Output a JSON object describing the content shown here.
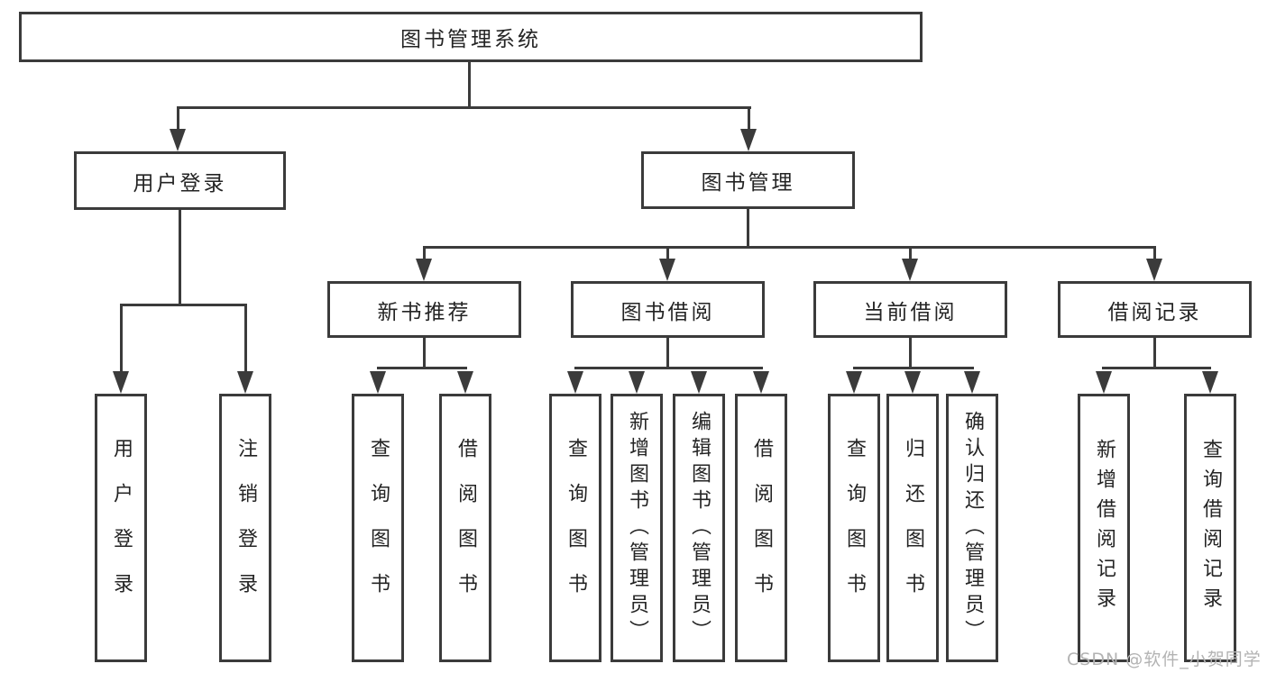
{
  "root": {
    "label": "图书管理系统"
  },
  "user_login": {
    "label": "用户登录",
    "children": [
      "用户登录",
      "注销登录"
    ]
  },
  "book_management": {
    "label": "图书管理"
  },
  "new_book": {
    "label": "新书推荐",
    "children": [
      "查询图书",
      "借阅图书"
    ]
  },
  "book_borrow": {
    "label": "图书借阅",
    "children": [
      "查询图书",
      "新增图书（管理员）",
      "编辑图书（管理员）",
      "借阅图书"
    ]
  },
  "current_borrow": {
    "label": "当前借阅",
    "children": [
      "查询图书",
      "归还图书",
      "确认归还（管理员）"
    ]
  },
  "borrow_records": {
    "label": "借阅记录",
    "children": [
      "新增借阅记录",
      "查询借阅记录"
    ]
  },
  "watermark": "CSDN @软件_小贺同学",
  "colors": {
    "line": "#3b3b3b",
    "text": "#242424",
    "watermark": "#b3b3b3",
    "background": "#ffffff"
  }
}
